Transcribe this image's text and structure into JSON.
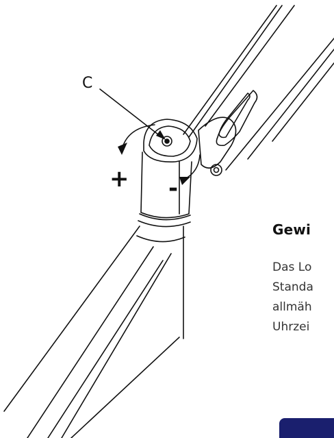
{
  "illustration": {
    "callout_label": "C",
    "plus_sign": "+",
    "minus_sign": "-"
  },
  "content": {
    "heading": "Gewi",
    "body_lines": [
      "Das Lo",
      "Standa",
      "allmäh",
      "Uhrzei"
    ]
  },
  "colors": {
    "line": "#111111",
    "accent_button": "#1a1f6e"
  }
}
